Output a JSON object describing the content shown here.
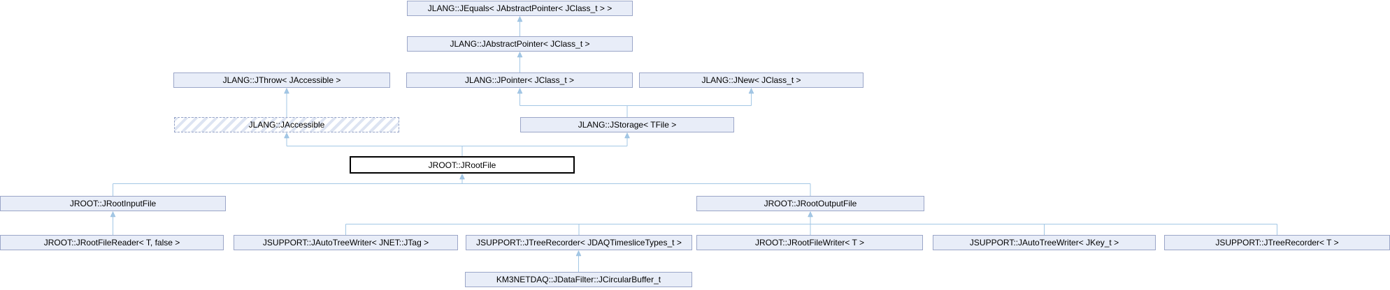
{
  "diagram": {
    "kind": "class-inheritance-graph",
    "colors": {
      "background": "#FFFFFF",
      "node_fill": "#E8EDF8",
      "node_border": "#9BA6C8",
      "edge_line": "#A3C7E5",
      "focus_node_border": "#000000",
      "focus_node_fill": "#FFFFFF",
      "text": "#000000"
    },
    "nodes": {
      "jequals": {
        "label": "JLANG::JEquals< JAbstractPointer< JClass_t > >"
      },
      "jabstractpointer": {
        "label": "JLANG::JAbstractPointer< JClass_t >"
      },
      "jthrow": {
        "label": "JLANG::JThrow< JAccessible >"
      },
      "jpointer": {
        "label": "JLANG::JPointer< JClass_t >"
      },
      "jnew": {
        "label": "JLANG::JNew< JClass_t >"
      },
      "jaccessible": {
        "label": "JLANG::JAccessible"
      },
      "jstorage": {
        "label": "JLANG::JStorage< TFile >"
      },
      "jrootfile": {
        "label": "JROOT::JRootFile"
      },
      "jrootinputfile": {
        "label": "JROOT::JRootInputFile"
      },
      "jrootoutputfile": {
        "label": "JROOT::JRootOutputFile"
      },
      "jrootfilereader": {
        "label": "JROOT::JRootFileReader< T, false >"
      },
      "jautotreewriter_jtag": {
        "label": "JSUPPORT::JAutoTreeWriter< JNET::JTag >"
      },
      "jtreerecorder_jdaq": {
        "label": "JSUPPORT::JTreeRecorder< JDAQTimesliceTypes_t >"
      },
      "jrootfilewriter": {
        "label": "JROOT::JRootFileWriter< T >"
      },
      "jautotreewriter_jkey": {
        "label": "JSUPPORT::JAutoTreeWriter< JKey_t >"
      },
      "jtreerecorder_t": {
        "label": "JSUPPORT::JTreeRecorder< T >"
      },
      "jcircularbuffer": {
        "label": "KM3NETDAQ::JDataFilter::JCircularBuffer_t"
      }
    },
    "edges": [
      {
        "from": "JLANG::JAbstractPointer< JClass_t >",
        "to": "JLANG::JEquals< JAbstractPointer< JClass_t > >"
      },
      {
        "from": "JLANG::JPointer< JClass_t >",
        "to": "JLANG::JAbstractPointer< JClass_t >"
      },
      {
        "from": "JLANG::JAccessible",
        "to": "JLANG::JThrow< JAccessible >"
      },
      {
        "from": "JLANG::JStorage< TFile >",
        "to": "JLANG::JPointer< JClass_t >"
      },
      {
        "from": "JLANG::JStorage< TFile >",
        "to": "JLANG::JNew< JClass_t >"
      },
      {
        "from": "JROOT::JRootFile",
        "to": "JLANG::JAccessible"
      },
      {
        "from": "JROOT::JRootFile",
        "to": "JLANG::JStorage< TFile >"
      },
      {
        "from": "JROOT::JRootInputFile",
        "to": "JROOT::JRootFile"
      },
      {
        "from": "JROOT::JRootOutputFile",
        "to": "JROOT::JRootFile"
      },
      {
        "from": "JROOT::JRootFileReader< T, false >",
        "to": "JROOT::JRootInputFile"
      },
      {
        "from": "JSUPPORT::JAutoTreeWriter< JNET::JTag >",
        "to": "JROOT::JRootOutputFile"
      },
      {
        "from": "JSUPPORT::JTreeRecorder< JDAQTimesliceTypes_t >",
        "to": "JROOT::JRootOutputFile"
      },
      {
        "from": "JROOT::JRootFileWriter< T >",
        "to": "JROOT::JRootOutputFile"
      },
      {
        "from": "JSUPPORT::JAutoTreeWriter< JKey_t >",
        "to": "JROOT::JRootOutputFile"
      },
      {
        "from": "JSUPPORT::JTreeRecorder< T >",
        "to": "JROOT::JRootOutputFile"
      },
      {
        "from": "KM3NETDAQ::JDataFilter::JCircularBuffer_t",
        "to": "JSUPPORT::JTreeRecorder< JDAQTimesliceTypes_t >"
      }
    ]
  }
}
